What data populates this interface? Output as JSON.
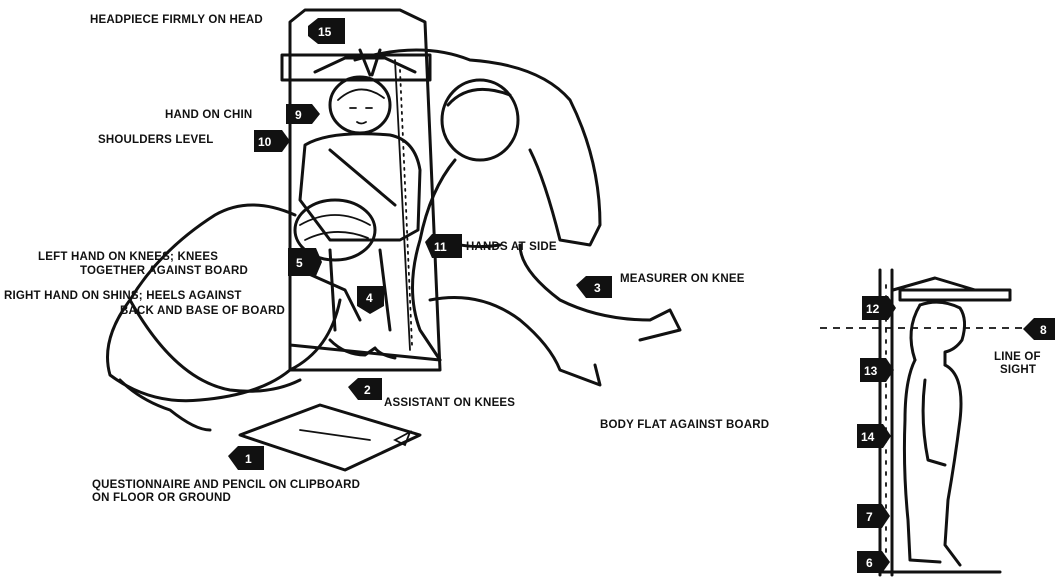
{
  "labels": {
    "headpiece": "HEADPIECE FIRMLY ON HEAD",
    "hand_on_chin": "HAND ON CHIN",
    "shoulders_level": "SHOULDERS LEVEL",
    "left_hand_line1": "LEFT HAND ON KNEES; KNEES",
    "left_hand_line2": "TOGETHER  AGAINST BOARD",
    "right_hand_line1": "RIGHT HAND ON SHINS; HEELS AGAINST",
    "right_hand_line2": "BACK AND BASE OF BOARD",
    "hands_at_side": "HANDS AT SIDE",
    "measurer_on_knee": "MEASURER ON KNEE",
    "assistant_on_knees": "ASSISTANT ON KNEES",
    "questionnaire_line1": "QUESTIONNAIRE AND PENCIL ON CLIPBOARD",
    "questionnaire_line2": "ON FLOOR OR GROUND",
    "body_flat": "BODY FLAT AGAINST BOARD",
    "line_of_sight_line1": "LINE OF",
    "line_of_sight_line2": "SIGHT"
  },
  "markers": {
    "m1": "1",
    "m2": "2",
    "m3": "3",
    "m4": "4",
    "m5": "5",
    "m6": "6",
    "m7": "7",
    "m8": "8",
    "m9": "9",
    "m10": "10",
    "m11": "11",
    "m12": "12",
    "m13": "13",
    "m14": "14",
    "m15": "15"
  },
  "colors": {
    "ink": "#111111",
    "paper": "#ffffff"
  }
}
